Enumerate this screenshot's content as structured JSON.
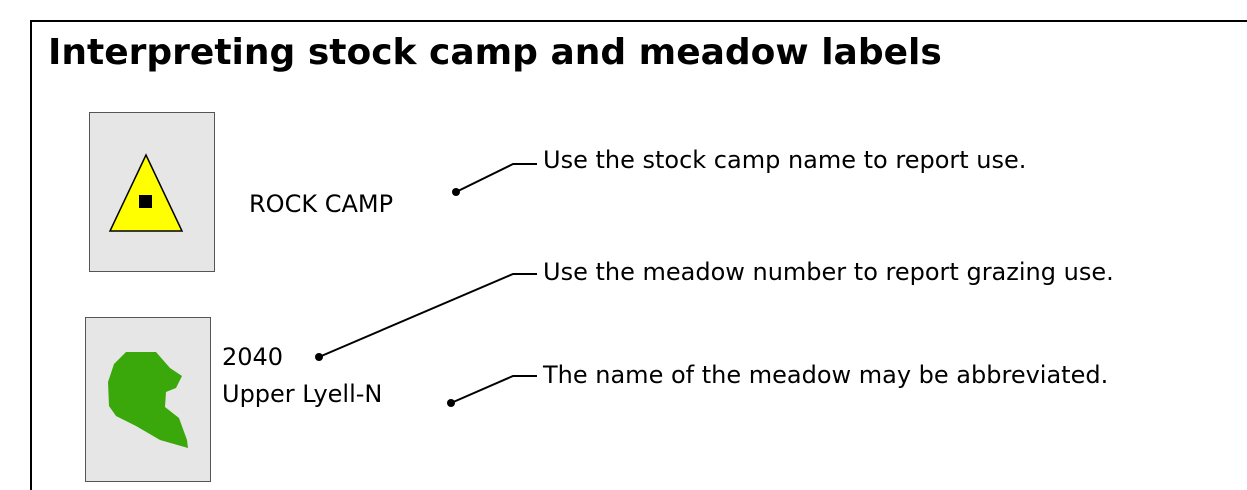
{
  "title": "Interpreting stock camp and meadow labels",
  "camp": {
    "name": "ROCK CAMP",
    "symbol_color": "#ffff00",
    "icon": "stock-camp-triangle-icon"
  },
  "meadow": {
    "number": "2040",
    "name": "Upper Lyell-N",
    "shape_color": "#3aa80a",
    "icon": "meadow-polygon-icon"
  },
  "notes": {
    "camp_note": "Use the stock camp name to report use.",
    "number_note": "Use the meadow number to report grazing use.",
    "name_note": "The name of the meadow may be abbreviated."
  },
  "colors": {
    "tile_background": "#e6e6e6",
    "text": "#000000"
  }
}
